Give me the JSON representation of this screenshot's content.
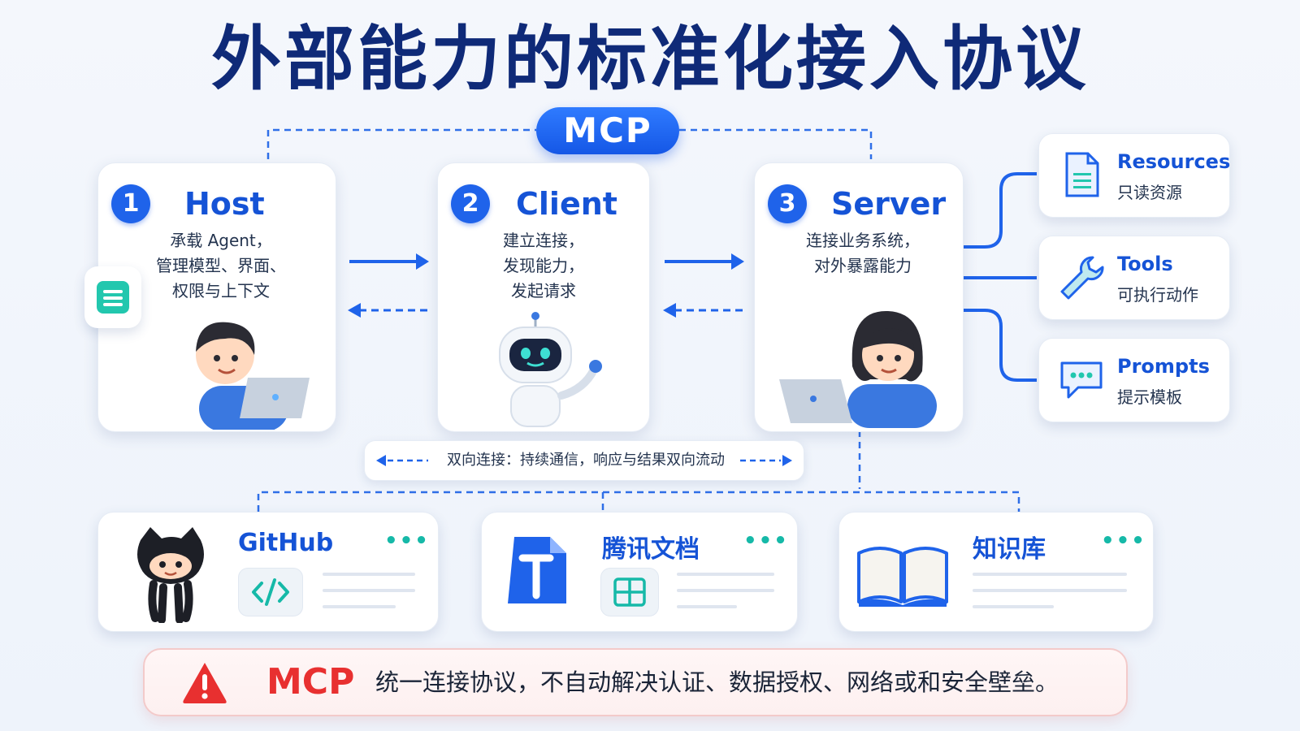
{
  "title": "外部能力的标准化接入协议",
  "mcp_label": "MCP",
  "nodes": [
    {
      "num": "1",
      "title": "Host",
      "desc": "承载 Agent，\n管理模型、界面、\n权限与上下文"
    },
    {
      "num": "2",
      "title": "Client",
      "desc": "建立连接，\n发现能力，\n发起请求"
    },
    {
      "num": "3",
      "title": "Server",
      "desc": "连接业务系统，\n对外暴露能力"
    }
  ],
  "capabilities": [
    {
      "title": "Resources",
      "sub": "只读资源",
      "icon": "document-icon"
    },
    {
      "title": "Tools",
      "sub": "可执行动作",
      "icon": "wrench-icon"
    },
    {
      "title": "Prompts",
      "sub": "提示模板",
      "icon": "chat-bubble-icon"
    }
  ],
  "bidirectional_note": "双向连接：持续通信，响应与结果双向流动",
  "integrations": [
    {
      "title": "GitHub",
      "logo": "github-octocat-icon",
      "tile": "code-icon"
    },
    {
      "title": "腾讯文档",
      "logo": "tencent-docs-icon",
      "tile": "grid-icon"
    },
    {
      "title": "知识库",
      "logo": "open-book-icon",
      "tile": ""
    }
  ],
  "warning": {
    "key": "MCP",
    "text": "统一连接协议，不自动解决认证、数据授权、网络或和安全壁垒。",
    "icon": "warning-triangle-icon"
  },
  "colors": {
    "primary": "#1553d6",
    "accent": "#16b9a8",
    "danger": "#e83030"
  }
}
